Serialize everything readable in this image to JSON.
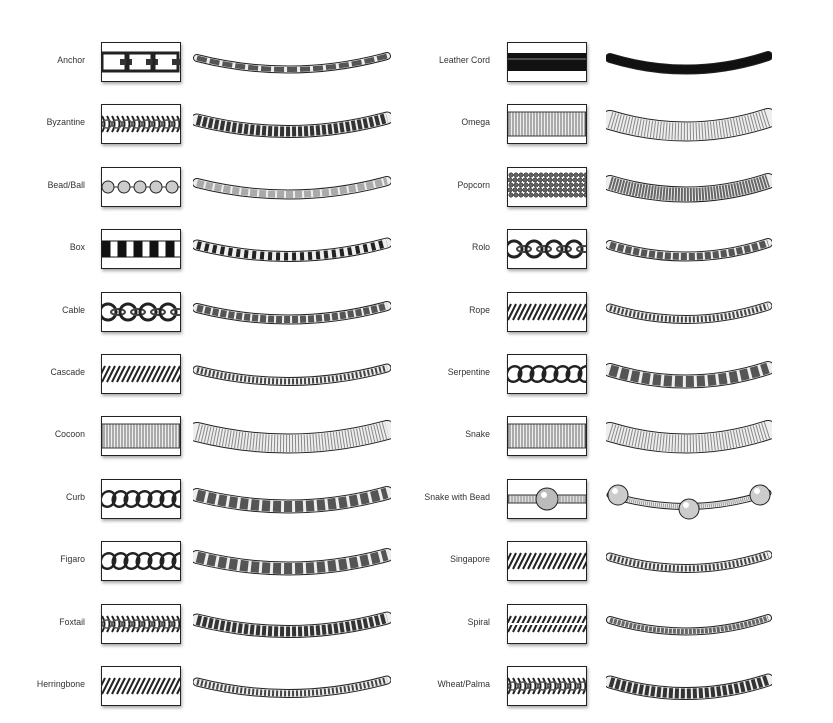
{
  "left_column": [
    {
      "label": "Anchor",
      "style": "links"
    },
    {
      "label": "Byzantine",
      "style": "woven"
    },
    {
      "label": "Bead/Ball",
      "style": "beads"
    },
    {
      "label": "Box",
      "style": "box"
    },
    {
      "label": "Cable",
      "style": "rings"
    },
    {
      "label": "Cascade",
      "style": "twist"
    },
    {
      "label": "Cocoon",
      "style": "ribbed"
    },
    {
      "label": "Curb",
      "style": "curb"
    },
    {
      "label": "Figaro",
      "style": "curb"
    },
    {
      "label": "Foxtail",
      "style": "woven"
    },
    {
      "label": "Herringbone",
      "style": "twist"
    }
  ],
  "right_column": [
    {
      "label": "Leather Cord",
      "style": "cord"
    },
    {
      "label": "Omega",
      "style": "ribbed"
    },
    {
      "label": "Popcorn",
      "style": "dots"
    },
    {
      "label": "Rolo",
      "style": "rings"
    },
    {
      "label": "Rope",
      "style": "twist"
    },
    {
      "label": "Serpentine",
      "style": "curb"
    },
    {
      "label": "Snake",
      "style": "ribbed"
    },
    {
      "label": "Snake with Bead",
      "style": "snakebead"
    },
    {
      "label": "Singapore",
      "style": "twist"
    },
    {
      "label": "Spiral",
      "style": "spiral"
    },
    {
      "label": "Wheat/Palma",
      "style": "woven"
    }
  ]
}
